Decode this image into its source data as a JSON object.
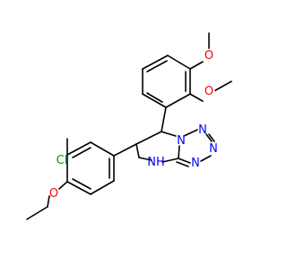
{
  "molecule": {
    "atoms": {
      "o1": "O",
      "o2": "O",
      "o3": "O",
      "cl": "Cl",
      "n_bridge": "N",
      "n_ring_1": "N",
      "n_ring_2": "N",
      "n_ring_3": "N",
      "nh": "NH"
    }
  },
  "colors": {
    "bond": "#000000",
    "oxygen": "#ff0000",
    "nitrogen": "#0000ff",
    "chlorine": "#00a000"
  }
}
